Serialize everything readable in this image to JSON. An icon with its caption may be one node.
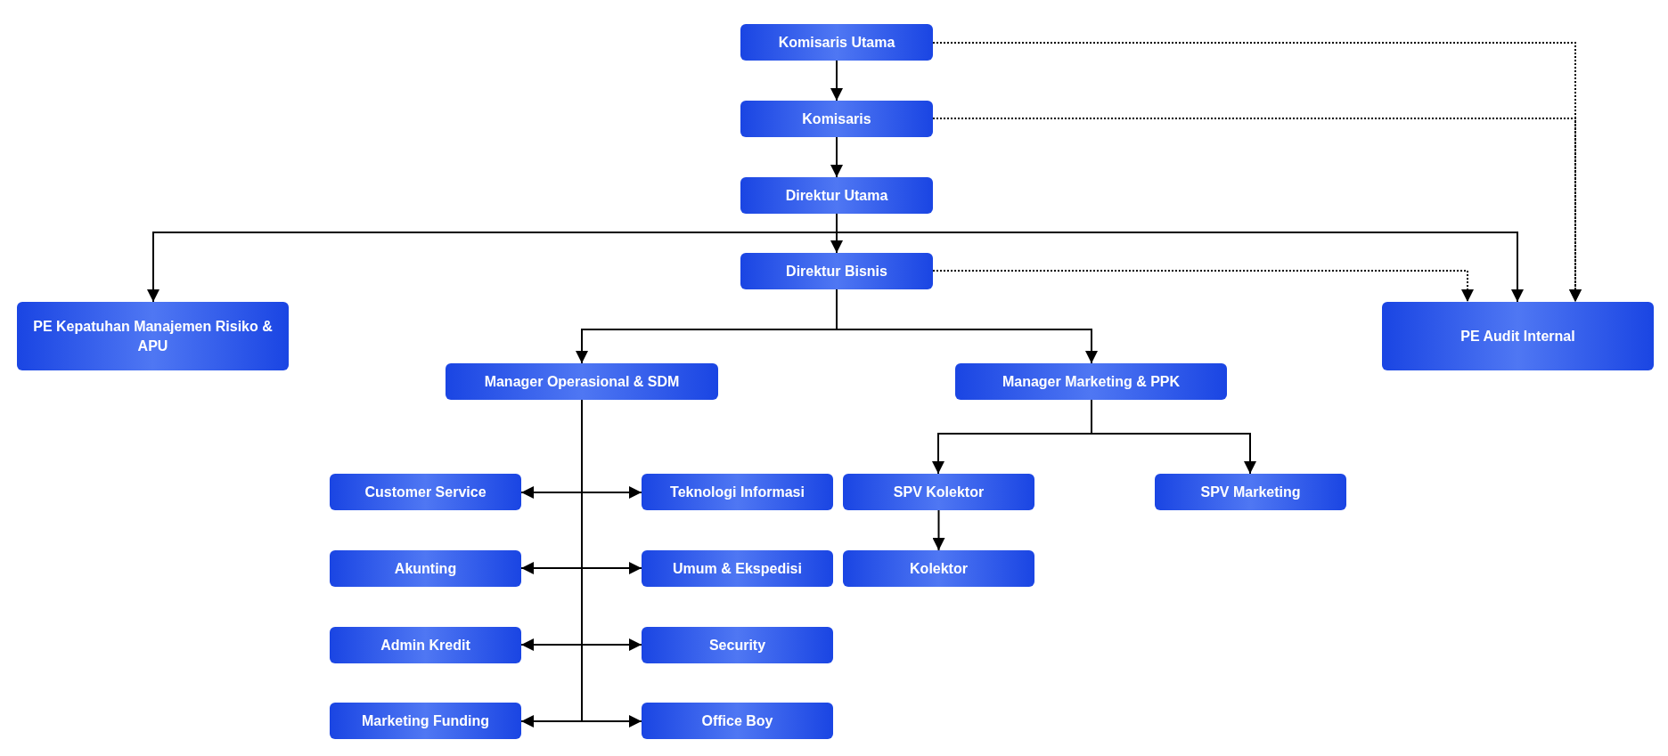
{
  "diagram": {
    "nodes": [
      {
        "text": [
          "Komisaris Utama"
        ]
      },
      {
        "text": [
          "Komisaris"
        ]
      },
      {
        "text": [
          "Direktur Utama"
        ]
      },
      {
        "text": [
          "Direktur Bisnis"
        ]
      },
      {
        "text": [
          "PE Kepatuhan Manajemen Risiko & APU"
        ]
      },
      {
        "text": [
          "PE Audit Internal"
        ]
      },
      {
        "text": [
          "Manager Operasional & SDM"
        ]
      },
      {
        "text": [
          "Manager Marketing & PPK"
        ]
      },
      {
        "text": [
          "Customer Service"
        ]
      },
      {
        "text": [
          "Teknologi Informasi"
        ]
      },
      {
        "text": [
          "SPV Kolektor"
        ]
      },
      {
        "text": [
          "SPV Marketing"
        ]
      },
      {
        "text": [
          "Akunting"
        ]
      },
      {
        "text": [
          "Umum & Ekspedisi"
        ]
      },
      {
        "text": [
          "Kolektor"
        ]
      },
      {
        "text": [
          "Admin Kredit"
        ]
      },
      {
        "text": [
          "Security"
        ]
      },
      {
        "text": [
          "Marketing Funding"
        ]
      },
      {
        "text": [
          "Office Boy"
        ]
      }
    ],
    "edges": [
      {
        "from": 0,
        "to": 1,
        "arrow": "to"
      },
      {
        "from": 1,
        "to": 2,
        "arrow": "to"
      },
      {
        "from": 2,
        "to": 3,
        "arrow": "to"
      },
      {
        "from": 2,
        "to": 4,
        "arrow": "to"
      },
      {
        "from": 2,
        "to": 5,
        "arrow": "to"
      },
      {
        "from": 0,
        "to": 5,
        "arrow": "to",
        "style": "dashed"
      },
      {
        "from": 1,
        "to": 5,
        "arrow": "to",
        "style": "dashed"
      },
      {
        "from": 3,
        "to": 5,
        "arrow": "to",
        "style": "dashed"
      },
      {
        "from": 3,
        "to": 6,
        "arrow": "to"
      },
      {
        "from": 3,
        "to": 7,
        "arrow": "to"
      },
      {
        "from": 7,
        "to": 10,
        "arrow": "to"
      },
      {
        "from": 7,
        "to": 11,
        "arrow": "to"
      },
      {
        "from": 10,
        "to": 14,
        "arrow": "to"
      },
      {
        "from": 6,
        "to": 8,
        "arrow": "to"
      },
      {
        "from": 6,
        "to": 9,
        "arrow": "to"
      },
      {
        "from": 6,
        "to": 12,
        "arrow": "to"
      },
      {
        "from": 6,
        "to": 13,
        "arrow": "to"
      },
      {
        "from": 6,
        "to": 15,
        "arrow": "to"
      },
      {
        "from": 6,
        "to": 16,
        "arrow": "to"
      },
      {
        "from": 6,
        "to": 17,
        "arrow": "to"
      },
      {
        "from": 6,
        "to": 18,
        "arrow": "to"
      }
    ]
  }
}
